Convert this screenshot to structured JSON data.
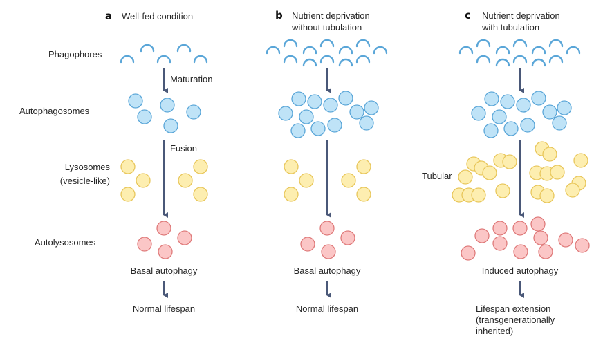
{
  "figure": {
    "row_labels": {
      "phagophores": "Phagophores",
      "autophagosomes": "Autophagosomes",
      "lysosomes_line1": "Lysosomes",
      "lysosomes_line2": "(vesicle-like)",
      "autolysosomes": "Autolysosomes",
      "tubular": "Tubular"
    },
    "step_labels": {
      "maturation": "Maturation",
      "fusion": "Fusion"
    },
    "colors": {
      "phagophore": "#5aa6d8",
      "autophagosome_fill": "#bfe3f7",
      "autophagosome_stroke": "#5aa6d8",
      "lysosome_fill": "#fdeeb0",
      "lysosome_stroke": "#e8c65a",
      "autolysosome_fill": "#fbc6c6",
      "autolysosome_stroke": "#df7a7a",
      "arrow": "#4a5878"
    },
    "panels": [
      {
        "letter": "a",
        "title_line1": "Well-fed condition",
        "title_line2": "",
        "outcome": "Basal autophagy",
        "result_line1": "Normal lifespan",
        "result_line2": "",
        "result_line3": ""
      },
      {
        "letter": "b",
        "title_line1": "Nutrient deprivation",
        "title_line2": "without tubulation",
        "outcome": "Basal autophagy",
        "result_line1": "Normal lifespan",
        "result_line2": "",
        "result_line3": ""
      },
      {
        "letter": "c",
        "title_line1": "Nutrient deprivation",
        "title_line2": "with tubulation",
        "outcome": "Induced autophagy",
        "result_line1": "Lifespan extension",
        "result_line2": "(transgenerationally",
        "result_line3": "inherited)"
      }
    ]
  }
}
